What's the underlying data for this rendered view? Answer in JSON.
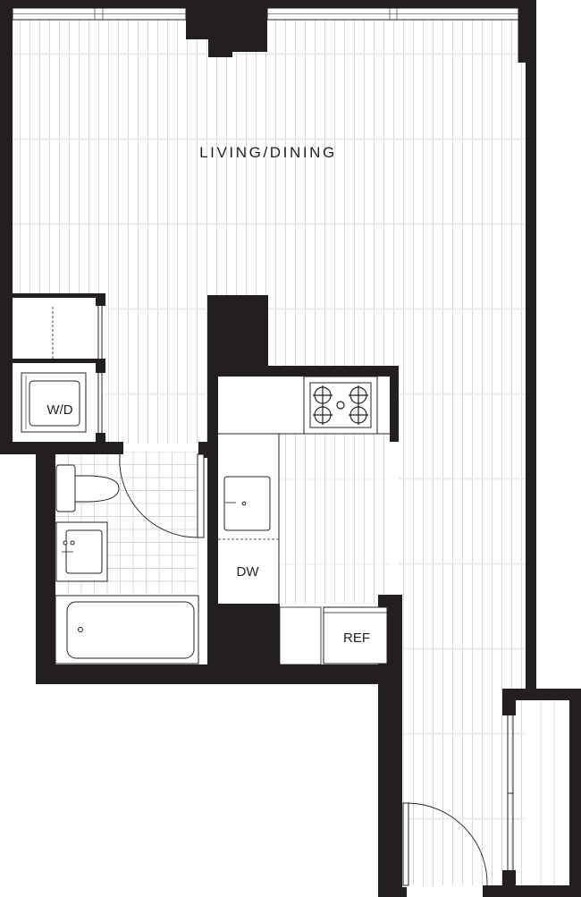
{
  "labels": {
    "living_dining": "LIVING/DINING",
    "washer_dryer": "W/D",
    "dishwasher": "DW",
    "refrigerator": "REF"
  },
  "colors": {
    "wall": "#231f20",
    "line": "#231f20",
    "floor_line": "#d9d9d9",
    "tile_line": "#cfcfcf",
    "background": "#ffffff"
  }
}
